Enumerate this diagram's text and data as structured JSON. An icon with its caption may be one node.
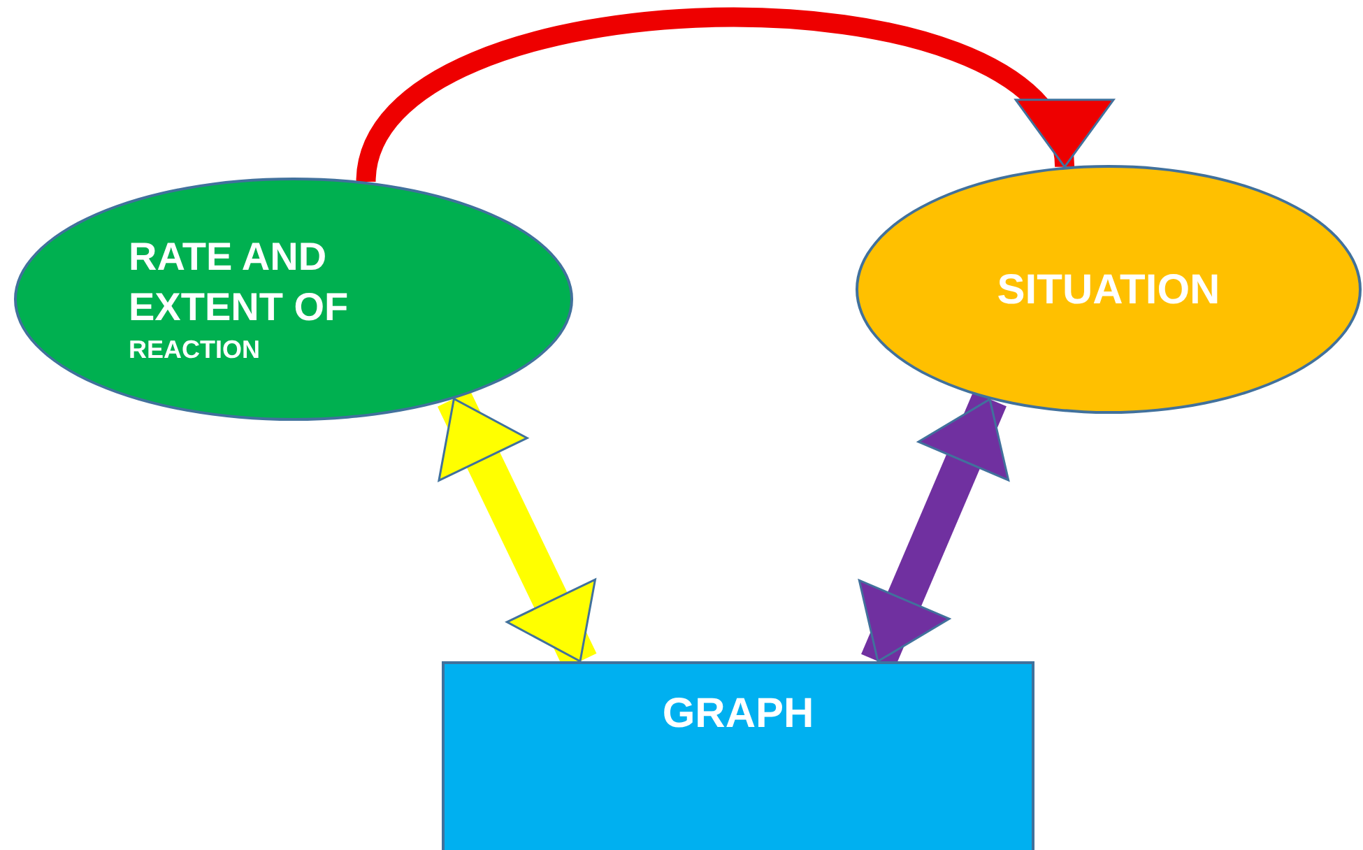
{
  "diagram": {
    "nodes": [
      {
        "text": [
          "RATE AND EXTENT OF",
          "REACTION"
        ]
      },
      {
        "text": [
          "SITUATION"
        ]
      },
      {
        "text": [
          "GRAPH"
        ]
      }
    ],
    "edges": [
      {
        "from": 0,
        "to": 1,
        "arrow": "to",
        "color": "#ee0000"
      },
      {
        "from": 0,
        "to": 2,
        "arrow": "both",
        "color": "#ffff00"
      },
      {
        "from": 1,
        "to": 2,
        "arrow": "both",
        "color": "#7030a0"
      }
    ]
  }
}
